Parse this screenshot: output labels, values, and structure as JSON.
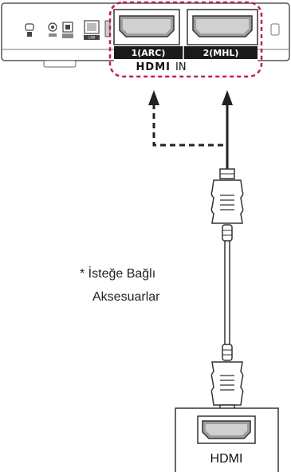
{
  "ports": [
    {
      "label": "1(ARC)"
    },
    {
      "label": "2(MHL)"
    }
  ],
  "hdmi_logo": "HDMI",
  "in_label": "IN",
  "rear_panel": {
    "small_labels": [
      "LAN"
    ]
  },
  "note": {
    "line1": "* İsteğe Bağlı",
    "line2": "Aksesuarlar"
  },
  "device_label": "HDMI",
  "colors": {
    "highlight": "#c2185b",
    "panel_dark": "#1a1a1a",
    "port_fill": "#9e9e9e",
    "cable": "#333333"
  }
}
